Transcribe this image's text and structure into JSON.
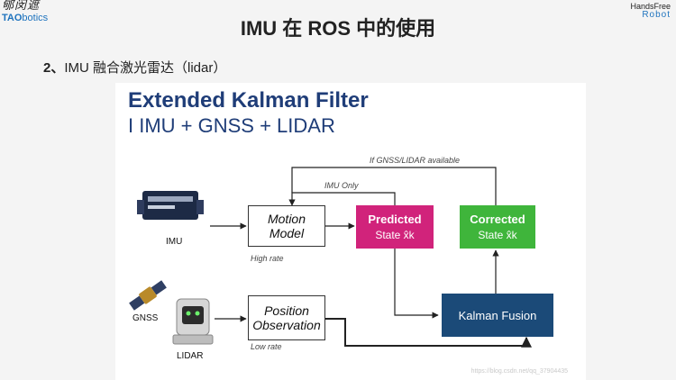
{
  "header": {
    "logo_left_cn": "郇闵遮",
    "logo_left_en_a": "TAO",
    "logo_left_en_b": "botics",
    "logo_right_line1": "HandsFree",
    "logo_right_line2": "Robot",
    "title": "IMU 在 ROS 中的使用"
  },
  "section": {
    "number": "2、",
    "text": "IMU 融合激光雷达（lidar）"
  },
  "diagram": {
    "title": "Extended Kalman Filter",
    "subtitle": "I IMU + GNSS + LIDAR",
    "labels": {
      "gnss_lidar_available": "If GNSS/LIDAR available",
      "imu_only": "IMU Only",
      "high_rate": "High rate",
      "low_rate": "Low rate"
    },
    "boxes": {
      "motion_model": "Motion Model",
      "position_observation_line1": "Position",
      "position_observation_line2": "Observation",
      "predicted_head": "Predicted",
      "predicted_sub": "State x̂k",
      "corrected_head": "Corrected",
      "corrected_sub": "State x̂k",
      "kalman_fusion": "Kalman Fusion"
    },
    "sensors": {
      "imu": "IMU",
      "gnss": "GNSS",
      "lidar": "LIDAR"
    },
    "watermark": "https://blog.csdn.net/qq_37904435"
  },
  "colors": {
    "title_blue": "#1f3d78",
    "predicted": "#d1237b",
    "corrected": "#3fb53b",
    "kalman": "#1b4a78"
  }
}
